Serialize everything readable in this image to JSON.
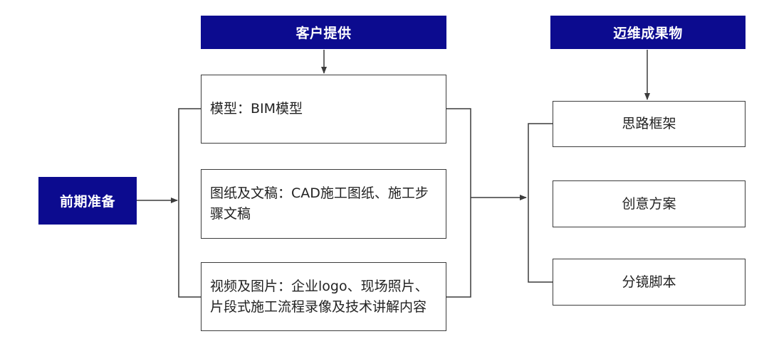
{
  "prep": {
    "label": "前期准备"
  },
  "client": {
    "header": "客户提供",
    "items": [
      "模型：BIM模型",
      "图纸及文稿：CAD施工图纸、施工步骤文稿",
      "视频及图片：企业logo、现场照片、片段式施工流程录像及技术讲解内容"
    ]
  },
  "deliverables": {
    "header": "迈维成果物",
    "items": [
      "思路框架",
      "创意方案",
      "分镜脚本"
    ]
  },
  "colors": {
    "header_fill": "#0c0b8f",
    "header_text": "#ffffff",
    "box_border": "#3c3c3c",
    "connector": "#3c3c3c"
  }
}
